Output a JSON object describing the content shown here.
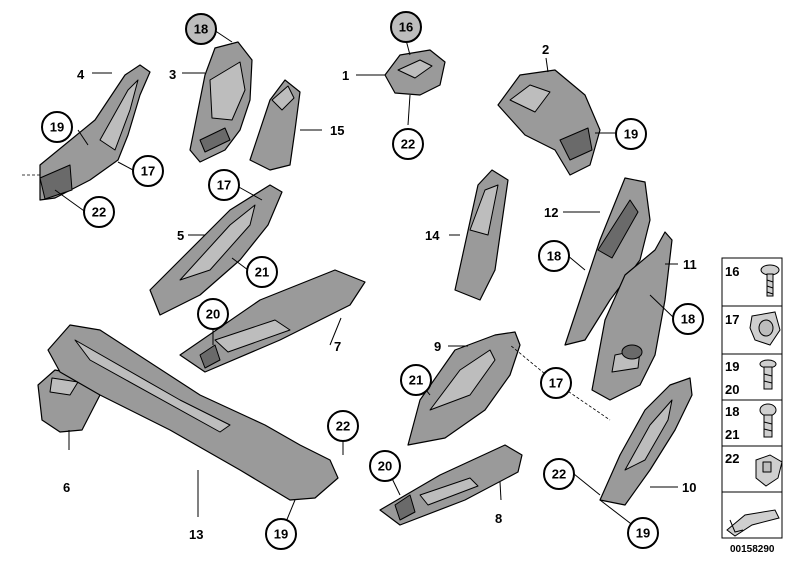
{
  "diagram": {
    "reference_number": "00158290",
    "callouts_plain": [
      {
        "id": "c1",
        "label": "1"
      },
      {
        "id": "c2",
        "label": "2"
      },
      {
        "id": "c3",
        "label": "3"
      },
      {
        "id": "c4",
        "label": "4"
      },
      {
        "id": "c5",
        "label": "5"
      },
      {
        "id": "c6",
        "label": "6"
      },
      {
        "id": "c7",
        "label": "7"
      },
      {
        "id": "c8",
        "label": "8"
      },
      {
        "id": "c9",
        "label": "9"
      },
      {
        "id": "c10",
        "label": "10"
      },
      {
        "id": "c11",
        "label": "11"
      },
      {
        "id": "c12",
        "label": "12"
      },
      {
        "id": "c13",
        "label": "13"
      },
      {
        "id": "c14",
        "label": "14"
      },
      {
        "id": "c15",
        "label": "15"
      }
    ],
    "callouts_circled": [
      {
        "id": "k18a",
        "label": "18",
        "highlight": true
      },
      {
        "id": "k16",
        "label": "16",
        "highlight": true
      },
      {
        "id": "k19a",
        "label": "19"
      },
      {
        "id": "k17a",
        "label": "17"
      },
      {
        "id": "k22a",
        "label": "22"
      },
      {
        "id": "k22b",
        "label": "22"
      },
      {
        "id": "k17b",
        "label": "17"
      },
      {
        "id": "k21a",
        "label": "21"
      },
      {
        "id": "k20a",
        "label": "20"
      },
      {
        "id": "k19b",
        "label": "19"
      },
      {
        "id": "k18b",
        "label": "18"
      },
      {
        "id": "k18c",
        "label": "18"
      },
      {
        "id": "k21b",
        "label": "21"
      },
      {
        "id": "k17c",
        "label": "17"
      },
      {
        "id": "k20b",
        "label": "20"
      },
      {
        "id": "k22c",
        "label": "22"
      },
      {
        "id": "k19c",
        "label": "19"
      },
      {
        "id": "k22d",
        "label": "22"
      },
      {
        "id": "k19d",
        "label": "19"
      }
    ],
    "legend": {
      "rows": [
        {
          "labels": [
            "16"
          ],
          "icon": "screw-icon"
        },
        {
          "labels": [
            "17"
          ],
          "icon": "clip-nut-icon"
        },
        {
          "labels": [
            "19",
            "20"
          ],
          "icon": "short-screw-icon"
        },
        {
          "labels": [
            "18",
            "21"
          ],
          "icon": "fillister-screw-icon"
        },
        {
          "labels": [
            "22"
          ],
          "icon": "expanding-nut-icon"
        },
        {
          "labels": [],
          "icon": "part-shape-icon"
        }
      ]
    }
  }
}
